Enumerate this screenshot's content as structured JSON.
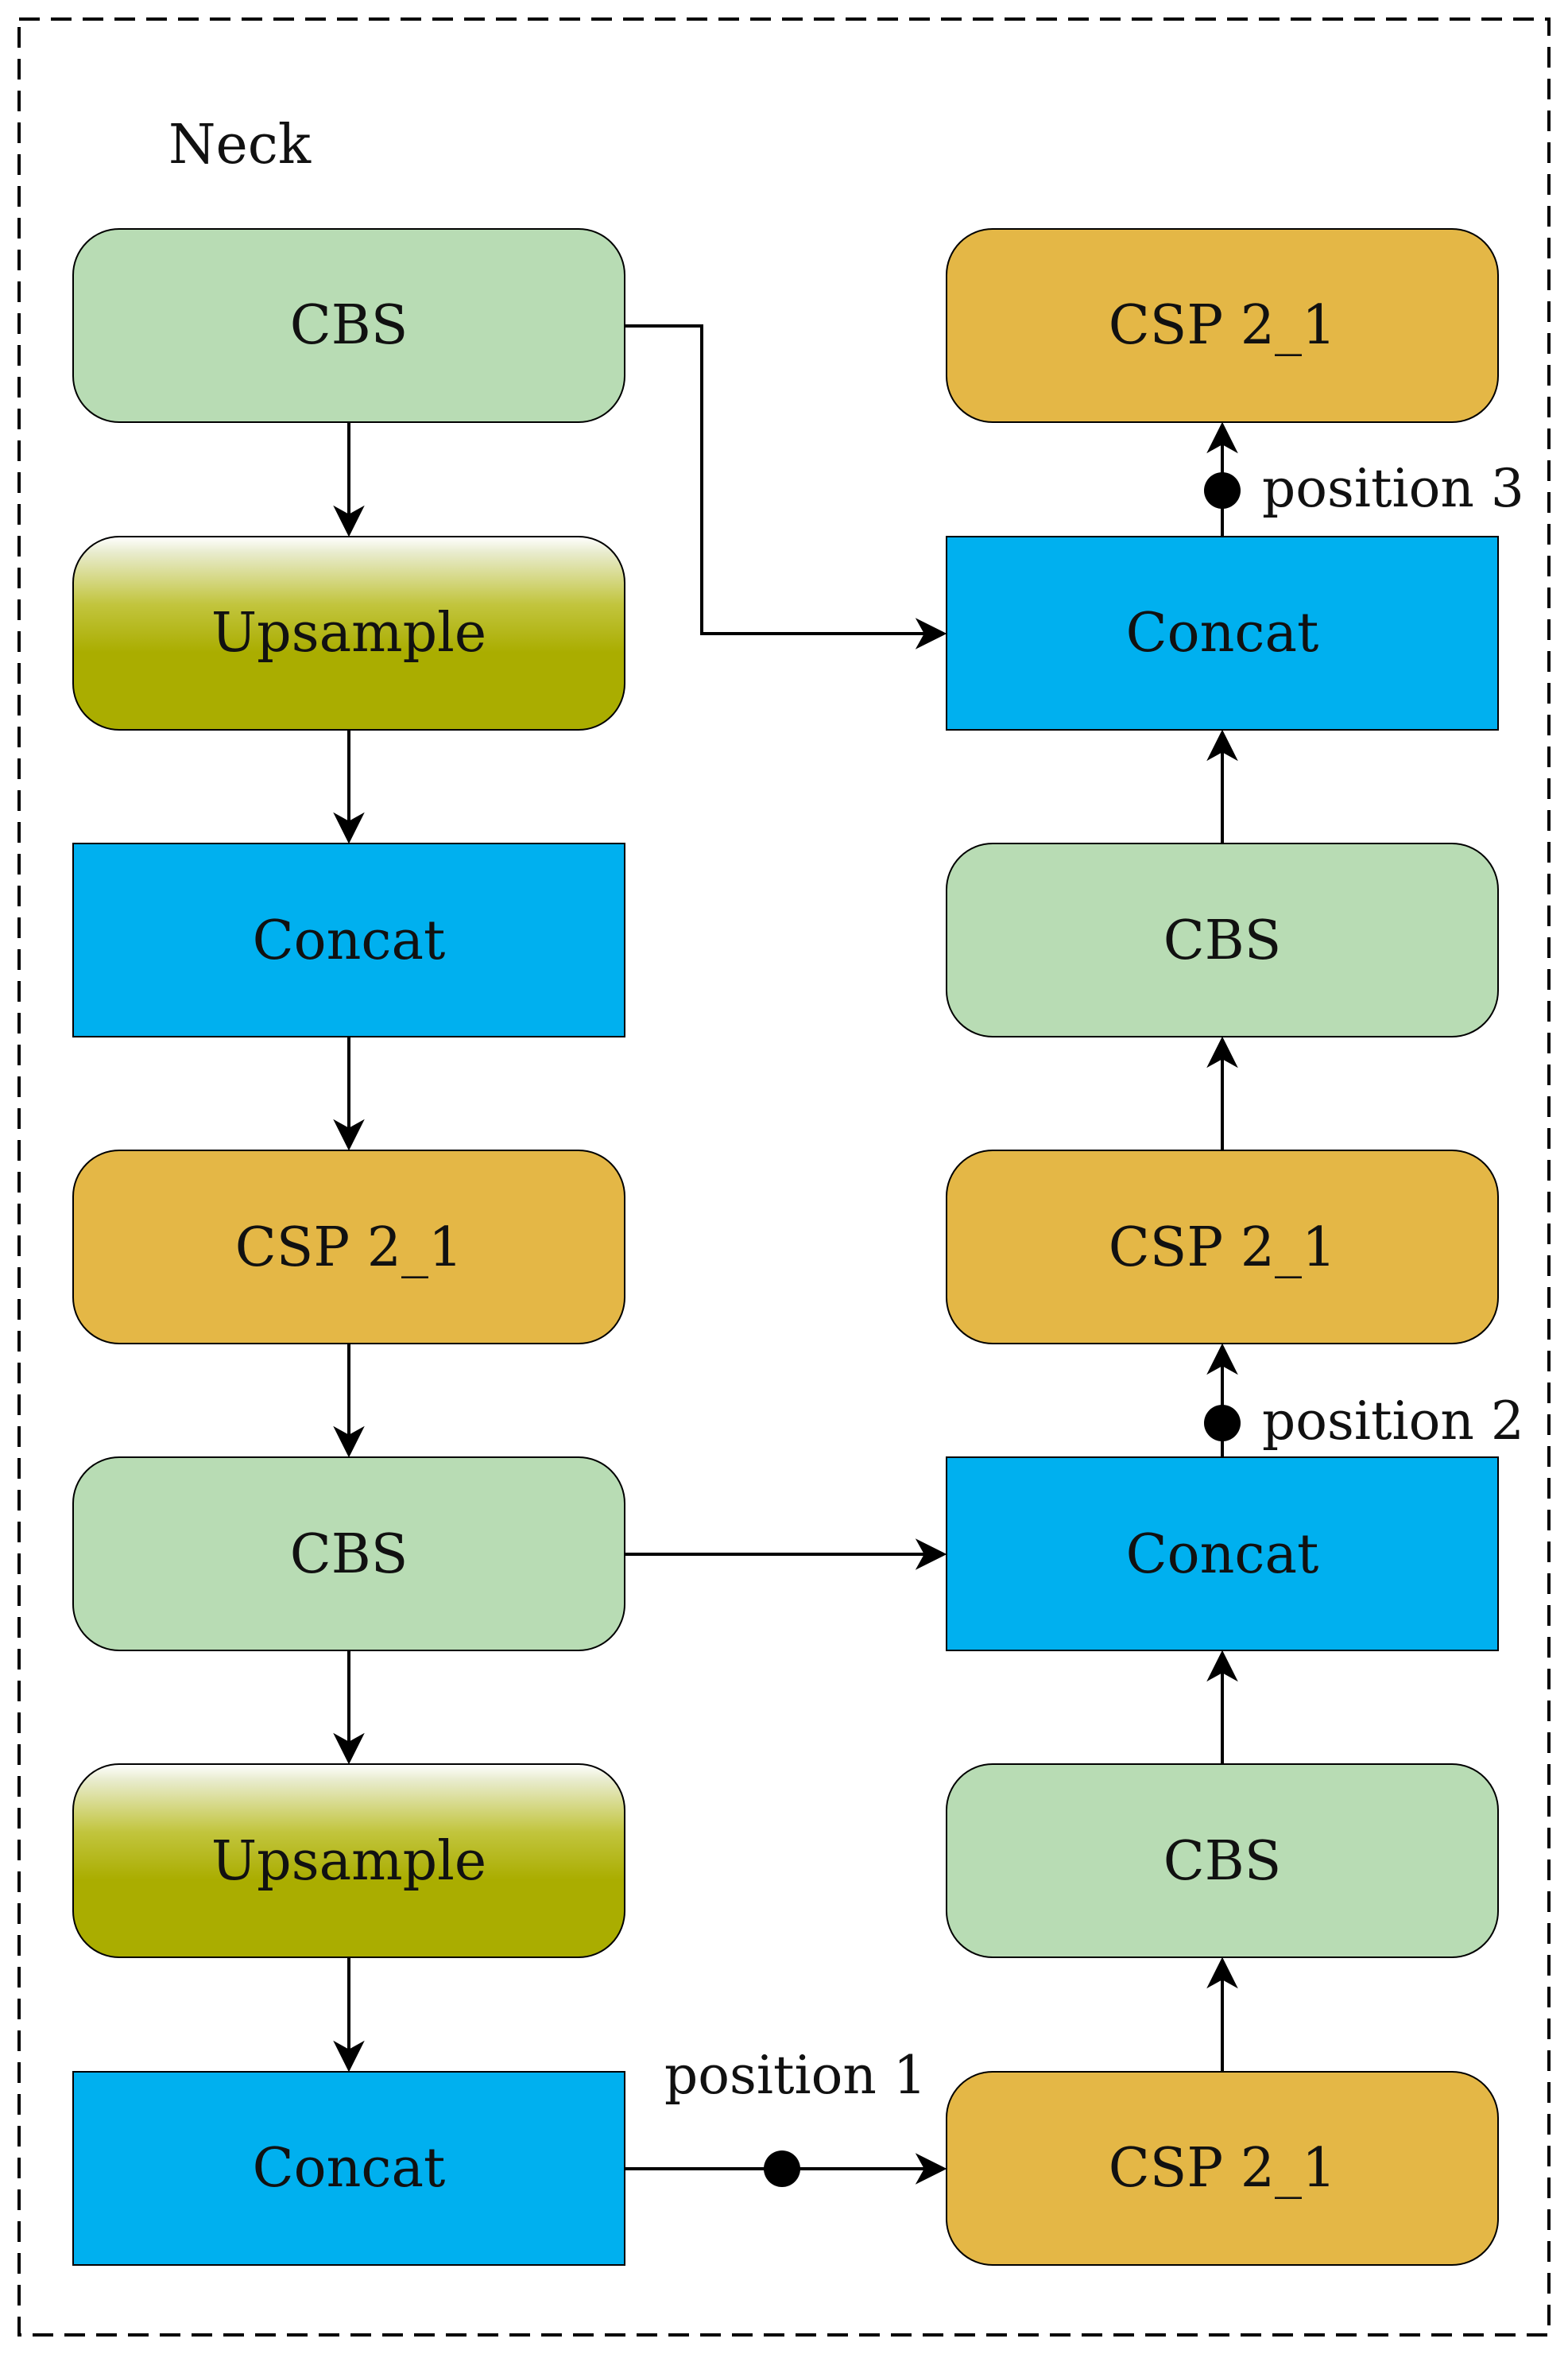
{
  "title": "Neck",
  "colors": {
    "cbs": "#b8dcb4",
    "upsample_top": "#ffffff",
    "upsample_bottom": "#aaad00",
    "concat": "#00b0ef",
    "csp": "#e4b746",
    "line": "#000000"
  },
  "left_column": {
    "cbs_top": "CBS",
    "upsample_1": "Upsample",
    "concat_1": "Concat",
    "csp_1": "CSP 2_1",
    "cbs_2": "CBS",
    "upsample_2": "Upsample",
    "concat_2": "Concat"
  },
  "right_column": {
    "csp_top": "CSP 2_1",
    "concat_top": "Concat",
    "cbs_1": "CBS",
    "csp_mid": "CSP 2_1",
    "concat_mid": "Concat",
    "cbs_2": "CBS",
    "csp_bottom": "CSP 2_1"
  },
  "positions": {
    "p1": "position 1",
    "p2": "position 2",
    "p3": "position 3"
  }
}
